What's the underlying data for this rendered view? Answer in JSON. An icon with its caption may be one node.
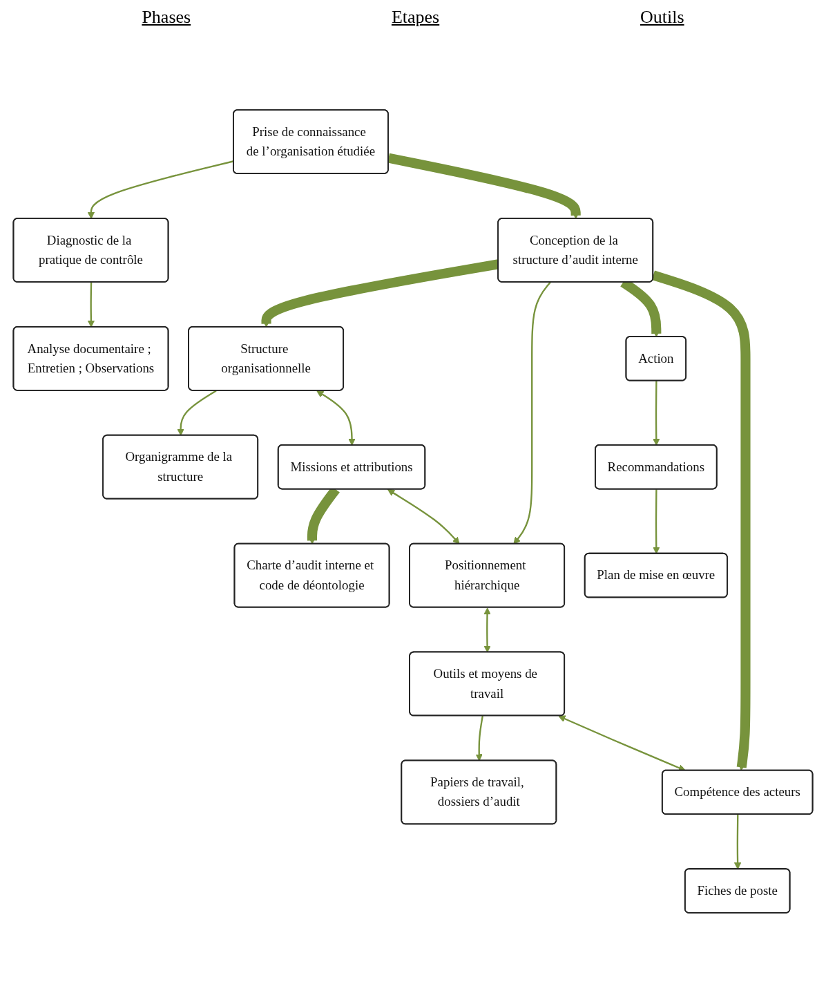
{
  "diagram": {
    "nodes": [
      {
        "text": [
          "Prise de connaissance de l’organisation étudiée"
        ]
      },
      {
        "text": [
          "Diagnostic de la pratique de contrôle"
        ]
      },
      {
        "text": [
          "Analyse documentaire ; Entretien ; Observations"
        ]
      },
      {
        "text": [
          "Conception de la structure d’audit interne"
        ]
      },
      {
        "text": [
          "Structure organisationnelle"
        ]
      },
      {
        "text": [
          "Organigramme de la structure"
        ]
      },
      {
        "text": [
          "Missions et attributions"
        ]
      },
      {
        "text": [
          "Charte d’audit interne et code de déontologie"
        ]
      },
      {
        "text": [
          "Positionnement hiérarchique"
        ]
      },
      {
        "text": [
          "Outils et moyens de travail"
        ]
      },
      {
        "text": [
          "Papiers de travail, dossiers d’audit"
        ]
      },
      {
        "text": [
          "Compétence des acteurs"
        ]
      },
      {
        "text": [
          "Fiches de poste"
        ]
      },
      {
        "text": [
          "Action"
        ]
      },
      {
        "text": [
          "Recommandations"
        ]
      },
      {
        "text": [
          "Plan de mise en œuvre"
        ]
      }
    ],
    "edges": [
      {
        "from": 0,
        "to": 1,
        "arrow": "to"
      },
      {
        "from": 1,
        "to": 2,
        "arrow": "to"
      },
      {
        "from": 0,
        "to": 3,
        "arrow": "to",
        "style": "thick"
      },
      {
        "from": 3,
        "to": 4,
        "arrow": "to",
        "style": "thick"
      },
      {
        "from": 4,
        "to": 5,
        "arrow": "to"
      },
      {
        "from": 4,
        "to": 6,
        "arrow": "both"
      },
      {
        "from": 6,
        "to": 8,
        "arrow": "both"
      },
      {
        "from": 6,
        "to": 7,
        "arrow": "to",
        "style": "thick"
      },
      {
        "from": 3,
        "to": 8,
        "arrow": "to"
      },
      {
        "from": 8,
        "to": 9,
        "arrow": "both"
      },
      {
        "from": 9,
        "to": 10,
        "arrow": "to"
      },
      {
        "from": 9,
        "to": 11,
        "arrow": "both"
      },
      {
        "from": 3,
        "to": 11,
        "arrow": "to",
        "style": "thick"
      },
      {
        "from": 11,
        "to": 12,
        "arrow": "to"
      },
      {
        "from": 3,
        "to": 13,
        "arrow": "to",
        "style": "thick"
      },
      {
        "from": 13,
        "to": 14,
        "arrow": "to"
      },
      {
        "from": 14,
        "to": 15,
        "arrow": "to"
      }
    ],
    "labels": [
      "Phases",
      "Etapes",
      "Outils"
    ]
  }
}
